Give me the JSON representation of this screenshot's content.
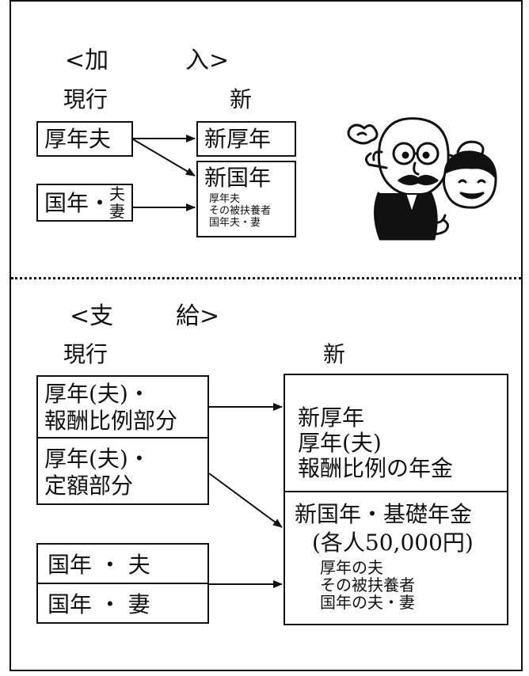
{
  "top": {
    "heading_left": "<加",
    "heading_right": "入>",
    "col_current": "現行",
    "col_new": "新",
    "box_kounen_fu": "厚年夫",
    "box_kokunen": "国年・",
    "box_kokunen_stack_top": "夫",
    "box_kokunen_stack_bottom": "妻",
    "box_shin_kounen": "新厚年",
    "box_shin_kokunen": "新国年",
    "shin_kokunen_items": [
      "厚年夫",
      "その被扶養者",
      "国年夫・妻"
    ]
  },
  "bottom": {
    "heading_left": "<支",
    "heading_right": "給>",
    "col_current": "現行",
    "col_new": "新",
    "box_a_line1": "厚年(夫)・",
    "box_a_line2": "報酬比例部分",
    "box_b_line1": "厚年(夫)・",
    "box_b_line2": "定額部分",
    "box_c": "国年 ・ 夫",
    "box_d": "国年 ・ 妻",
    "new_top_lines": [
      "新厚年",
      "厚年(夫)",
      "報酬比例の年金"
    ],
    "new_bottom_title": "新国年・基礎年金",
    "new_bottom_amount": "(各人50,000円)",
    "new_bottom_items": [
      "厚年の夫",
      "その被扶養者",
      "国年の夫・妻"
    ]
  },
  "illustration": {
    "icon": "elderly-couple-illustration"
  },
  "colors": {
    "ink": "#111111",
    "paper": "#ffffff"
  }
}
